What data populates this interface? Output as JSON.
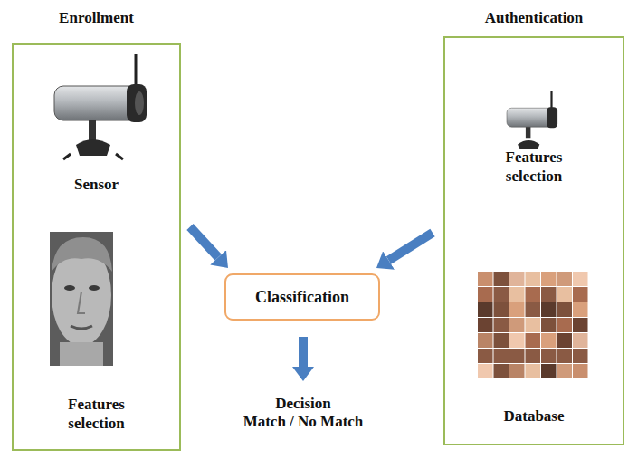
{
  "diagram": {
    "nodes": [
      {
        "text": [
          "Enrollment",
          "Sensor",
          "Features selection"
        ]
      },
      {
        "text": [
          "Classification"
        ]
      },
      {
        "text": [
          "Authentication",
          "Features selection",
          "Database"
        ]
      }
    ],
    "edges": [
      {
        "from": 0,
        "to": 1,
        "arrow": "to"
      },
      {
        "from": 2,
        "to": 1,
        "arrow": "to"
      }
    ],
    "labels": [
      "Decision",
      "Match / No Match"
    ]
  }
}
